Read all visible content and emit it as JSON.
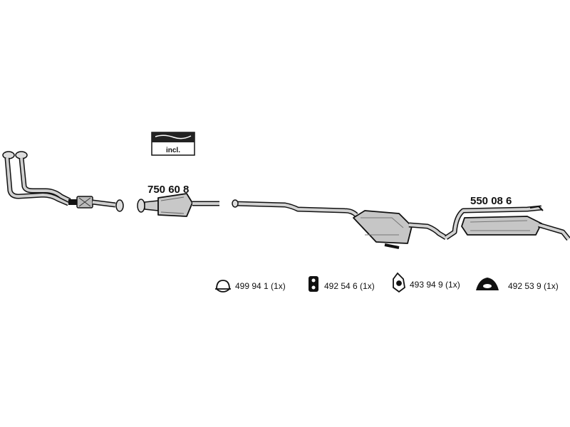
{
  "parts": {
    "catalytic_converter": {
      "number": "750 60 8"
    },
    "rear_silencer": {
      "number": "550 08 6"
    }
  },
  "incl_badge": {
    "label": "incl."
  },
  "accessories": [
    {
      "label": "499 94 1 (1x)",
      "icon": "rubber-ring-icon"
    },
    {
      "label": "492 54 6 (1x)",
      "icon": "rubber-hanger-icon"
    },
    {
      "label": "493 94 9 (1x)",
      "icon": "mounting-bracket-icon"
    },
    {
      "label": "492 53 9 (1x)",
      "icon": "rubber-buffer-icon"
    }
  ]
}
